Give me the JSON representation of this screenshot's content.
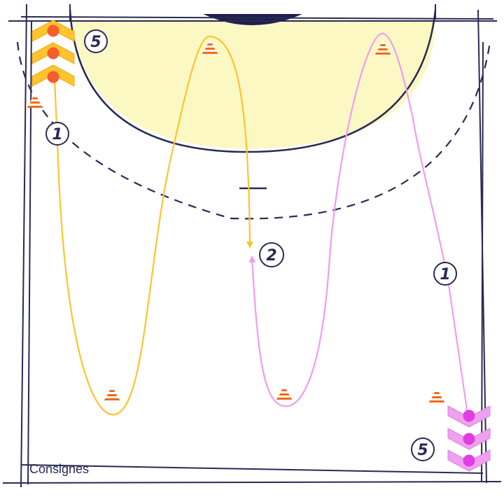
{
  "caption": "Consignes",
  "colors": {
    "line": "#2a2a55",
    "zone_fill": "#fbf8c4",
    "team_orange": "#ffa726",
    "team_pink": "#e57ee8",
    "cone": "#f06a1a"
  },
  "badges": {
    "top_left": "5",
    "left_path": "1",
    "center": "2",
    "right_path": "1",
    "bottom_right": "5"
  },
  "icons": {
    "cone": "cone-icon",
    "player_orange": "orange-chevron-player-icon",
    "player_pink": "pink-chevron-player-icon"
  }
}
